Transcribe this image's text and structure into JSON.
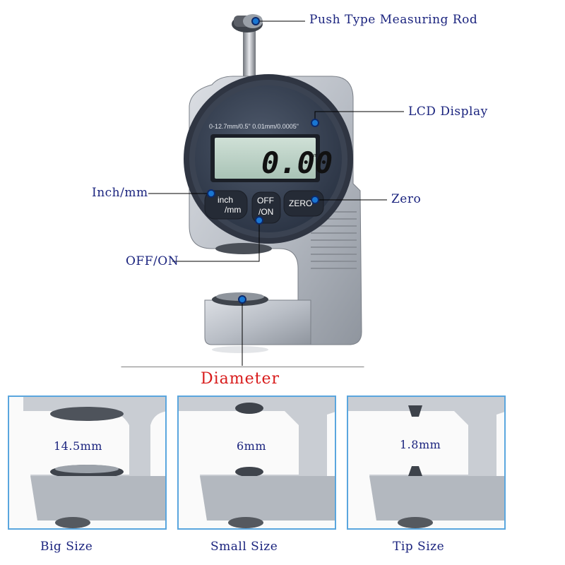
{
  "callouts": {
    "rod": "Push Type Measuring Rod",
    "lcd": "LCD Display",
    "inch_mm": "Inch/mm",
    "zero": "Zero",
    "off_on": "OFF/ON"
  },
  "gauge": {
    "range_text": "0-12.7mm/0.5\"  0.01mm/0.0005\"",
    "reading": "0.00",
    "unit": "mm",
    "buttons": {
      "inch_mm_line1": "inch",
      "inch_mm_line2": "/mm",
      "off_on_line1": "OFF",
      "off_on_line2": "/ON",
      "zero": "ZERO"
    }
  },
  "diameter": {
    "title": "Diameter",
    "sizes": [
      {
        "value": "14.5mm",
        "caption": "Big Size"
      },
      {
        "value": "6mm",
        "caption": "Small Size"
      },
      {
        "value": "1.8mm",
        "caption": "Tip Size"
      }
    ]
  },
  "colors": {
    "callout_text": "#1a237e",
    "diameter_title": "#d81b1b",
    "panel_border": "#5aa6de",
    "marker_dot": "#1976d2"
  }
}
